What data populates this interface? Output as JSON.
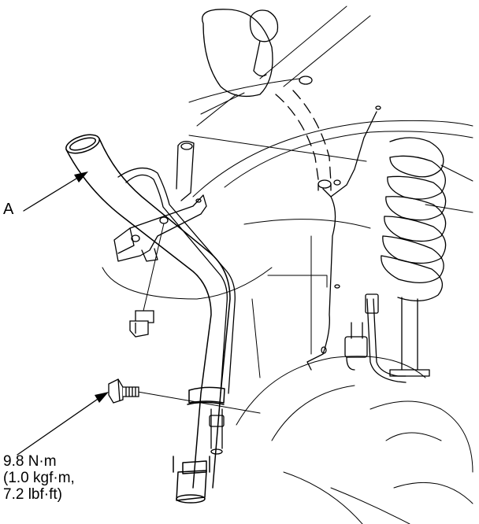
{
  "callouts": {
    "part_label": "A",
    "torque_lines": [
      "9.8 N·m",
      "(1.0 kgf·m,",
      "7.2 lbf·ft)"
    ]
  },
  "colors": {
    "line": "#000000",
    "background": "#ffffff"
  },
  "icons": {
    "upper_bolt": "bolt-icon",
    "lower_bolt": "flange-bolt-icon"
  }
}
